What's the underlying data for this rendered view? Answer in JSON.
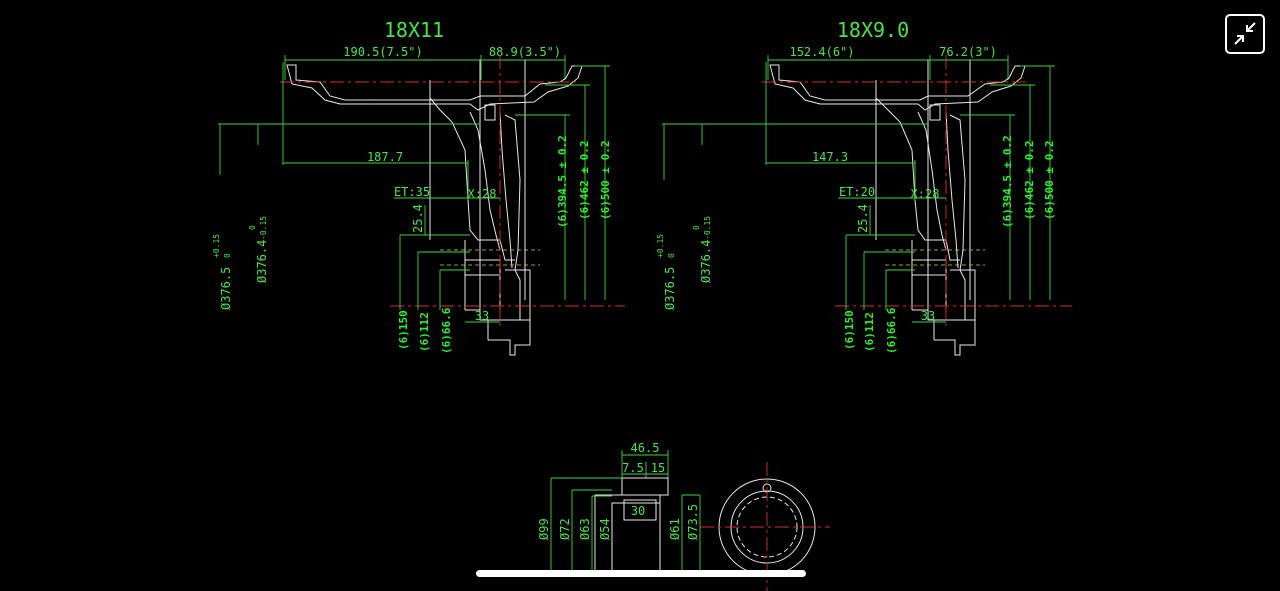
{
  "colors": {
    "background": "#000000",
    "dimension": "#4ee04e",
    "outline": "#e8e8e8",
    "centerline": "#d83030"
  },
  "exit_fullscreen": {
    "icon": "arrows-collapse-icon"
  },
  "left_view": {
    "title": "18X11",
    "top_dim_left": "190.5(7.5\")",
    "top_dim_right": "88.9(3.5\")",
    "offset_dim": "187.7",
    "et": "ET:35",
    "x_dim": "X:28",
    "step_dim": "25.4",
    "hub_dim": "33",
    "dia_a": "Ø376.5",
    "dia_a_tol_upper": "+0.15",
    "dia_a_tol_lower": "0",
    "dia_b": "Ø376.4",
    "dia_b_tol_upper": "0",
    "dia_b_tol_lower": "-0.15",
    "vert_left": [
      "(6)150",
      "(6)112",
      "(6)66.6"
    ],
    "vert_right": [
      "(6)394.5 ± 0.2",
      "(6)462 ± 0.2",
      "(6)500 ± 0.2"
    ]
  },
  "right_view": {
    "title": "18X9.0",
    "top_dim_left": "152.4(6\")",
    "top_dim_right": "76.2(3\")",
    "offset_dim": "147.3",
    "et": "ET:20",
    "x_dim": "X:28",
    "step_dim": "25.4",
    "hub_dim": "33",
    "dia_a": "Ø376.5",
    "dia_a_tol_upper": "+0.15",
    "dia_a_tol_lower": "0",
    "dia_b": "Ø376.4",
    "dia_b_tol_upper": "0",
    "dia_b_tol_lower": "-0.15",
    "vert_left": [
      "(6)150",
      "(6)112",
      "(6)66.6"
    ],
    "vert_right": [
      "(6)394.5 ± 0.2",
      "(6)462 ± 0.2",
      "(6)500 ± 0.2"
    ]
  },
  "detail_view": {
    "width_total": "46.5",
    "width_a": "7.5",
    "width_b": "15",
    "inner_width": "30",
    "dia_outer": "Ø99",
    "dia_72": "Ø72",
    "dia_63": "Ø63",
    "dia_54": "Ø54",
    "dia_61": "Ø61",
    "dia_73": "Ø73.5"
  }
}
